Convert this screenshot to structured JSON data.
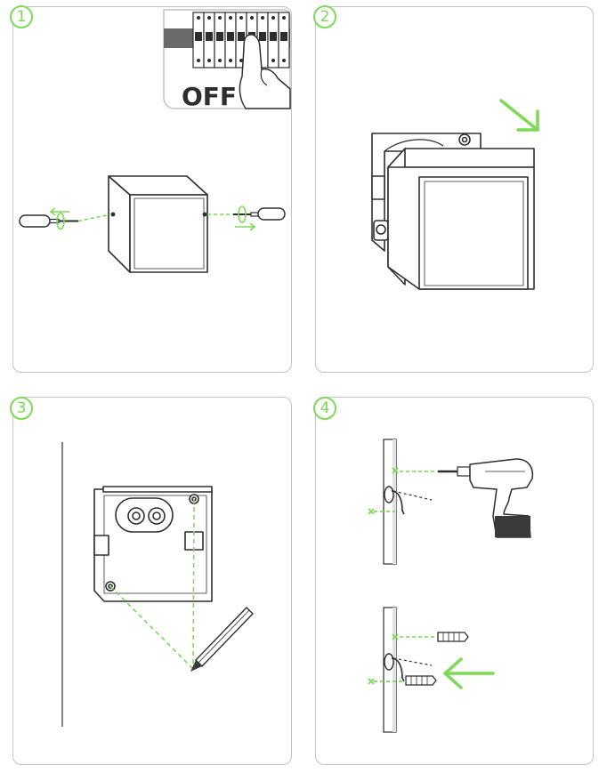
{
  "colors": {
    "accent": "#7ed957",
    "line": "#2e2e2e",
    "panel_border": "#c4c4c4",
    "dark": "#3a3a3a"
  },
  "steps": [
    {
      "number": "1",
      "icons": [
        "breaker-panel-icon",
        "hand-icon",
        "screwdriver-icon",
        "junction-box-icon"
      ]
    },
    {
      "number": "2",
      "icons": [
        "device-box-icon",
        "remove-arrow-icon"
      ]
    },
    {
      "number": "3",
      "icons": [
        "mounting-plate-icon",
        "pencil-icon"
      ]
    },
    {
      "number": "4",
      "icons": [
        "wall-icon",
        "drill-icon",
        "wall-plug-icon",
        "insert-arrow-icon"
      ]
    }
  ],
  "breaker_label": "OFF"
}
